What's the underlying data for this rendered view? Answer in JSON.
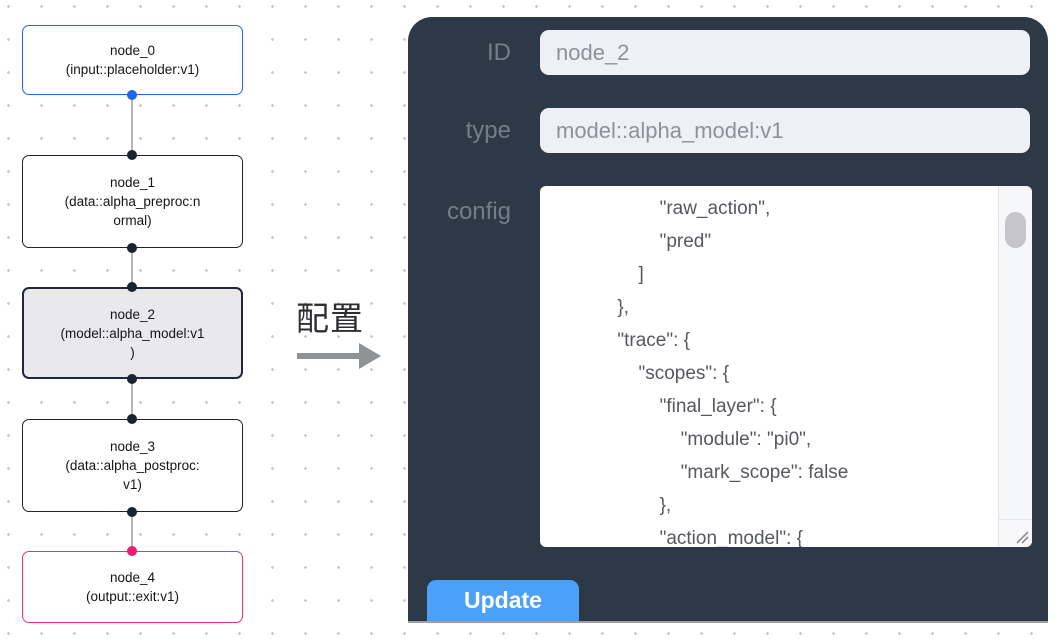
{
  "flow": {
    "nodes": [
      {
        "id": "node_0",
        "lines": [
          "node_0",
          "(input::placeholder:v1)"
        ],
        "border_color": "#2563eb",
        "selected": false
      },
      {
        "id": "node_1",
        "lines": [
          "node_1",
          "(data::alpha_preproc:n",
          "ormal)"
        ],
        "border_color": "#1d2432",
        "selected": false
      },
      {
        "id": "node_2",
        "lines": [
          "node_2",
          "(model::alpha_model:v1",
          ")"
        ],
        "border_color": "#20283a",
        "selected": true
      },
      {
        "id": "node_3",
        "lines": [
          "node_3",
          "(data::alpha_postproc:",
          "v1)"
        ],
        "border_color": "#1d2432",
        "selected": false
      },
      {
        "id": "node_4",
        "lines": [
          "node_4",
          "(output::exit:v1)"
        ],
        "border_color": "#ed2f7e",
        "selected": false
      }
    ],
    "edges": [
      {
        "from": "node_0",
        "to": "node_1"
      },
      {
        "from": "node_1",
        "to": "node_2"
      },
      {
        "from": "node_2",
        "to": "node_3"
      },
      {
        "from": "node_3",
        "to": "node_4"
      }
    ],
    "port_colors": {
      "source_blue": "#2563eb",
      "default_dark": "#1b2230",
      "target_pink": "#ea1d6e"
    }
  },
  "annotation": {
    "label": "配置"
  },
  "panel": {
    "fields": [
      {
        "label": "ID",
        "value": "node_2"
      },
      {
        "label": "type",
        "value": "model::alpha_model:v1"
      }
    ],
    "config_label": "config",
    "config_text": "                    \"raw_action\",\n                    \"pred\"\n                ]\n            },\n            \"trace\": {\n                \"scopes\": {\n                    \"final_layer\": {\n                        \"module\": \"pi0\",\n                        \"mark_scope\": false\n                    },\n                    \"action_model\": {",
    "update_label": "Update",
    "colors": {
      "panel_bg": "#2e3947",
      "input_bg": "#eef0f5",
      "label_gray": "#747d89",
      "button_blue": "#4ba1f8",
      "selected_node_bg": "#e9e9ec"
    }
  }
}
